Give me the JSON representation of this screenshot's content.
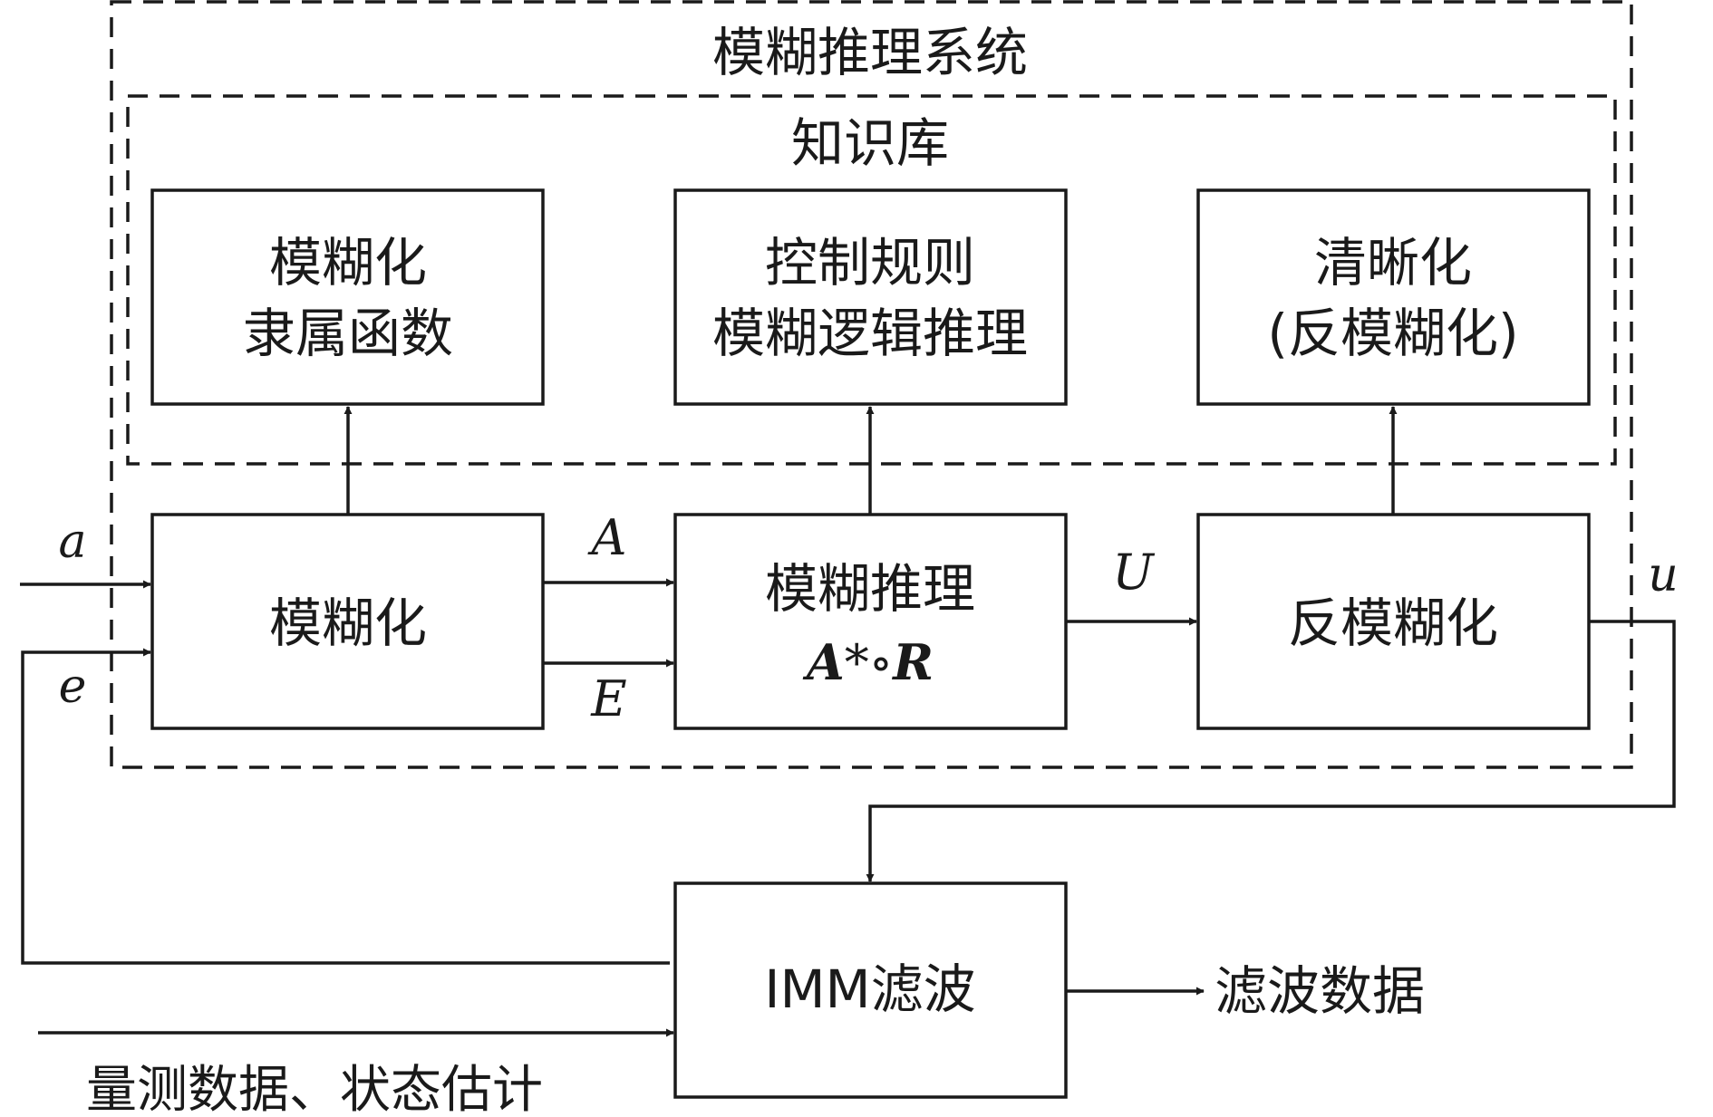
{
  "system": {
    "title": "模糊推理系统"
  },
  "knowledge_base": {
    "title": "知识库"
  },
  "kb_boxes": {
    "fuzzification": {
      "line1": "模糊化",
      "line2": "隶属函数"
    },
    "rules": {
      "line1": "控制规则",
      "line2": "模糊逻辑推理"
    },
    "defuzz": {
      "line1": "清晰化",
      "line2": "(反模糊化)"
    }
  },
  "process_boxes": {
    "fuzzify": {
      "label": "模糊化"
    },
    "inference": {
      "label": "模糊推理",
      "formula_a": "A",
      "formula_op": "*∘",
      "formula_r": "R"
    },
    "defuzzify": {
      "label": "反模糊化"
    }
  },
  "imm": {
    "label": "IMM滤波"
  },
  "signals": {
    "a": "a",
    "e": "e",
    "A": "A",
    "E": "E",
    "U": "U",
    "u": "u"
  },
  "outputs": {
    "filtered_data": "滤波数据"
  },
  "inputs": {
    "measurement": "量测数据、状态估计"
  }
}
